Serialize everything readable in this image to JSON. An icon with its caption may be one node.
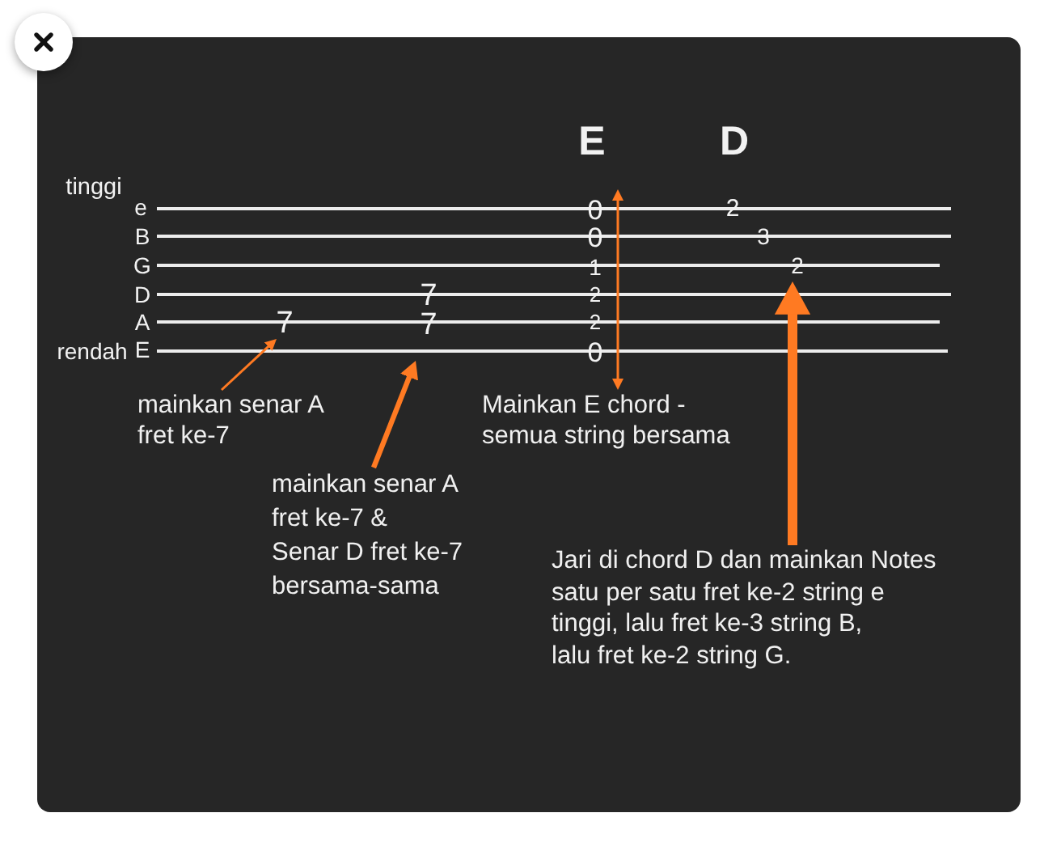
{
  "diagram": {
    "nodes": [
      {
        "text": [
          "0",
          "0",
          "1",
          "2",
          "2",
          "0"
        ]
      },
      {
        "text": [
          "2",
          "3",
          "2"
        ]
      },
      {
        "text": [
          "7"
        ]
      },
      {
        "text": [
          "mainkan senar A fret ke-7"
        ]
      },
      {
        "text": [
          "Mainkan E chord - semua string bersama"
        ]
      },
      {
        "text": [
          "mainkan senar A fret ke-7 & Senar D fret ke-7 bersama-sama"
        ]
      },
      {
        "text": [
          "Jari di chord D dan mainkan Notes satu per satu fret ke-2 string e tinggi, lalu fret ke-3 string B, lalu fret ke-2 string G."
        ]
      }
    ],
    "edges": [
      {
        "from": 3,
        "to": 2,
        "arrow": "to"
      },
      {
        "from": 4,
        "to": 0,
        "arrow": "both"
      },
      {
        "from": 5,
        "to": null,
        "arrow": "to",
        "style": "thick"
      },
      {
        "from": 6,
        "to": 1,
        "arrow": "to",
        "style": "thick"
      }
    ],
    "labels": [
      "E",
      "D",
      "tinggi",
      "e",
      "B",
      "G",
      "D",
      "7",
      "A",
      "7",
      "rendah",
      "E"
    ]
  }
}
